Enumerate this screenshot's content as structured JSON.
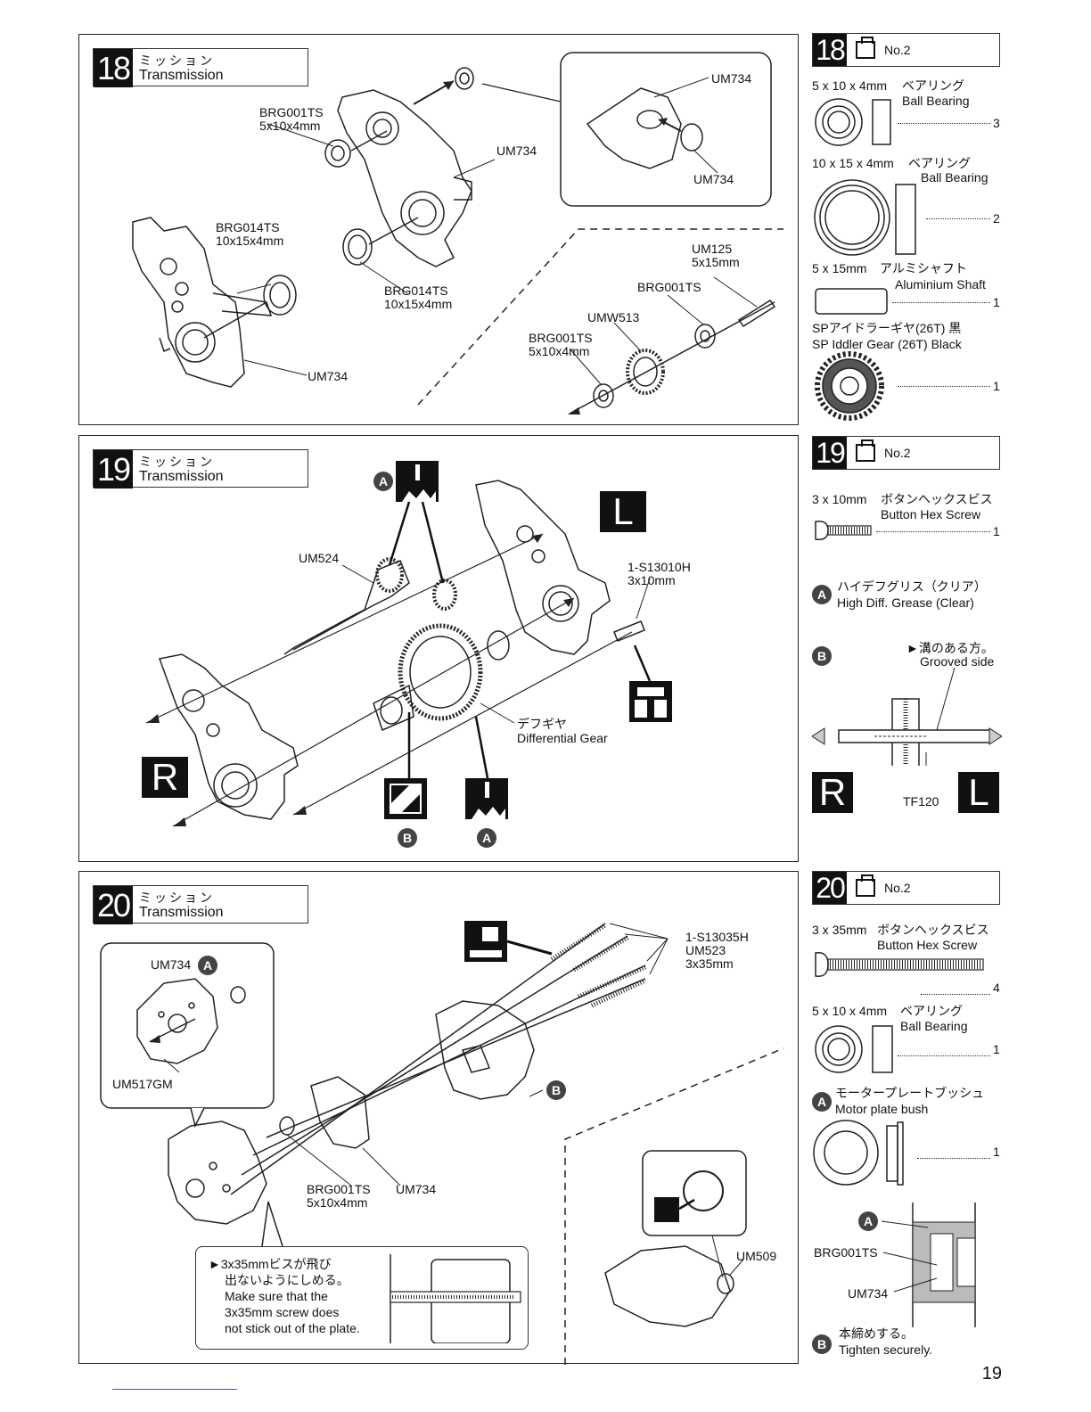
{
  "page_number": "19",
  "steps": [
    {
      "number": "18",
      "title_jp": "ミッション",
      "title_en": "Transmission",
      "labels": {
        "brg001ts_a": [
          "BRG001TS",
          "5x10x4mm"
        ],
        "um734_a": "UM734",
        "um734_b": "UM734",
        "um734_c": "UM734",
        "um734_d": "UM734",
        "brg014ts_a": [
          "BRG014TS",
          "10x15x4mm"
        ],
        "brg014ts_b": [
          "BRG014TS",
          "10x15x4mm"
        ],
        "um125": [
          "UM125",
          "5x15mm"
        ],
        "brg001ts_b": "BRG001TS",
        "umw513": "UMW513",
        "brg001ts_c": [
          "BRG001TS",
          "5x10x4mm"
        ]
      }
    },
    {
      "number": "19",
      "title_jp": "ミッション",
      "title_en": "Transmission",
      "labels": {
        "um524": "UM524",
        "screw": [
          "1-S13010H",
          "3x10mm"
        ],
        "diff_jp": "デフギヤ",
        "diff_en": "Differential Gear",
        "side_l": "L",
        "side_r": "R",
        "badge_a": "A",
        "badge_b": "B"
      }
    },
    {
      "number": "20",
      "title_jp": "ミッション",
      "title_en": "Transmission",
      "labels": {
        "um734_badge": "UM734",
        "um517gm": "UM517GM",
        "screws": [
          "1-S13035H",
          "UM523",
          "3x35mm"
        ],
        "brg001ts": [
          "BRG001TS",
          "5x10x4mm"
        ],
        "um734": "UM734",
        "um509": "UM509",
        "badge_a": "A",
        "badge_b": "B",
        "note_jp": [
          "►3x35mmビスが飛び",
          "出ないようにしめる。"
        ],
        "note_en": [
          "Make sure that the",
          "3x35mm screw does",
          "not stick out of the plate."
        ]
      }
    }
  ],
  "sidebar": [
    {
      "number": "18",
      "bag": "No.2",
      "parts": [
        {
          "size": "5 x 10 x 4mm",
          "jp": "ベアリング",
          "en": "Ball Bearing",
          "qty": "3"
        },
        {
          "size": "10 x 15 x 4mm",
          "jp": "ベアリング",
          "en": "Ball Bearing",
          "qty": "2"
        },
        {
          "size": "5 x 15mm",
          "jp": "アルミシャフト",
          "en": "Aluminium Shaft",
          "qty": "1"
        },
        {
          "size": "",
          "jp": "SPアイドラーギヤ(26T) 黒",
          "en": "SP Iddler Gear (26T) Black",
          "qty": "1"
        }
      ]
    },
    {
      "number": "19",
      "bag": "No.2",
      "parts": [
        {
          "size": "3 x 10mm",
          "jp": "ボタンヘックスビス",
          "en": "Button Hex Screw",
          "qty": "1"
        }
      ],
      "grease_badge": "A",
      "grease_jp": "ハイデフグリス（クリア）",
      "grease_en": "High Diff. Grease (Clear)",
      "groove_badge": "B",
      "groove_jp": "►溝のある方。",
      "groove_en": "Grooved side",
      "tf120": "TF120",
      "side_r": "R",
      "side_l": "L"
    },
    {
      "number": "20",
      "bag": "No.2",
      "parts": [
        {
          "size": "3 x 35mm",
          "jp": "ボタンヘックスビス",
          "en": "Button Hex Screw",
          "qty": "4"
        },
        {
          "size": "5 x 10 x 4mm",
          "jp": "ベアリング",
          "en": "Ball Bearing",
          "qty": "1"
        }
      ],
      "bush_badge": "A",
      "bush_jp": "モータープレートブッシュ",
      "bush_en": "Motor plate bush",
      "bush_qty": "1",
      "section_badge": "A",
      "section_brg": "BRG001TS",
      "section_um734": "UM734",
      "tighten_badge": "B",
      "tighten_jp": "本締めする。",
      "tighten_en": "Tighten securely."
    }
  ]
}
